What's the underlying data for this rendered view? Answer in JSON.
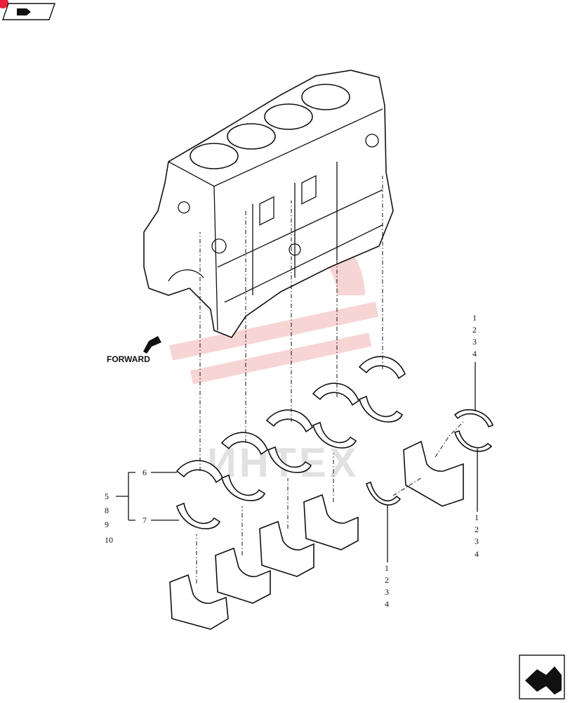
{
  "forward_label": "FORWARD",
  "watermark_text": "ИНТЕХ",
  "callouts": {
    "top_right": [
      "1",
      "2",
      "3",
      "4"
    ],
    "right_lower": [
      "1",
      "2",
      "3",
      "4"
    ],
    "center_lower": [
      "1",
      "2",
      "3",
      "4"
    ],
    "left_group": [
      "5",
      "8",
      "9",
      "10"
    ],
    "upper_shell": "6",
    "lower_shell": "7"
  },
  "colors": {
    "watermark": "#f2b4b4",
    "badge": "#e8213a",
    "ink": "#111111"
  },
  "icons": {
    "top_nav": "arrow-right-icon",
    "bottom_nav": "next-page-icon"
  }
}
